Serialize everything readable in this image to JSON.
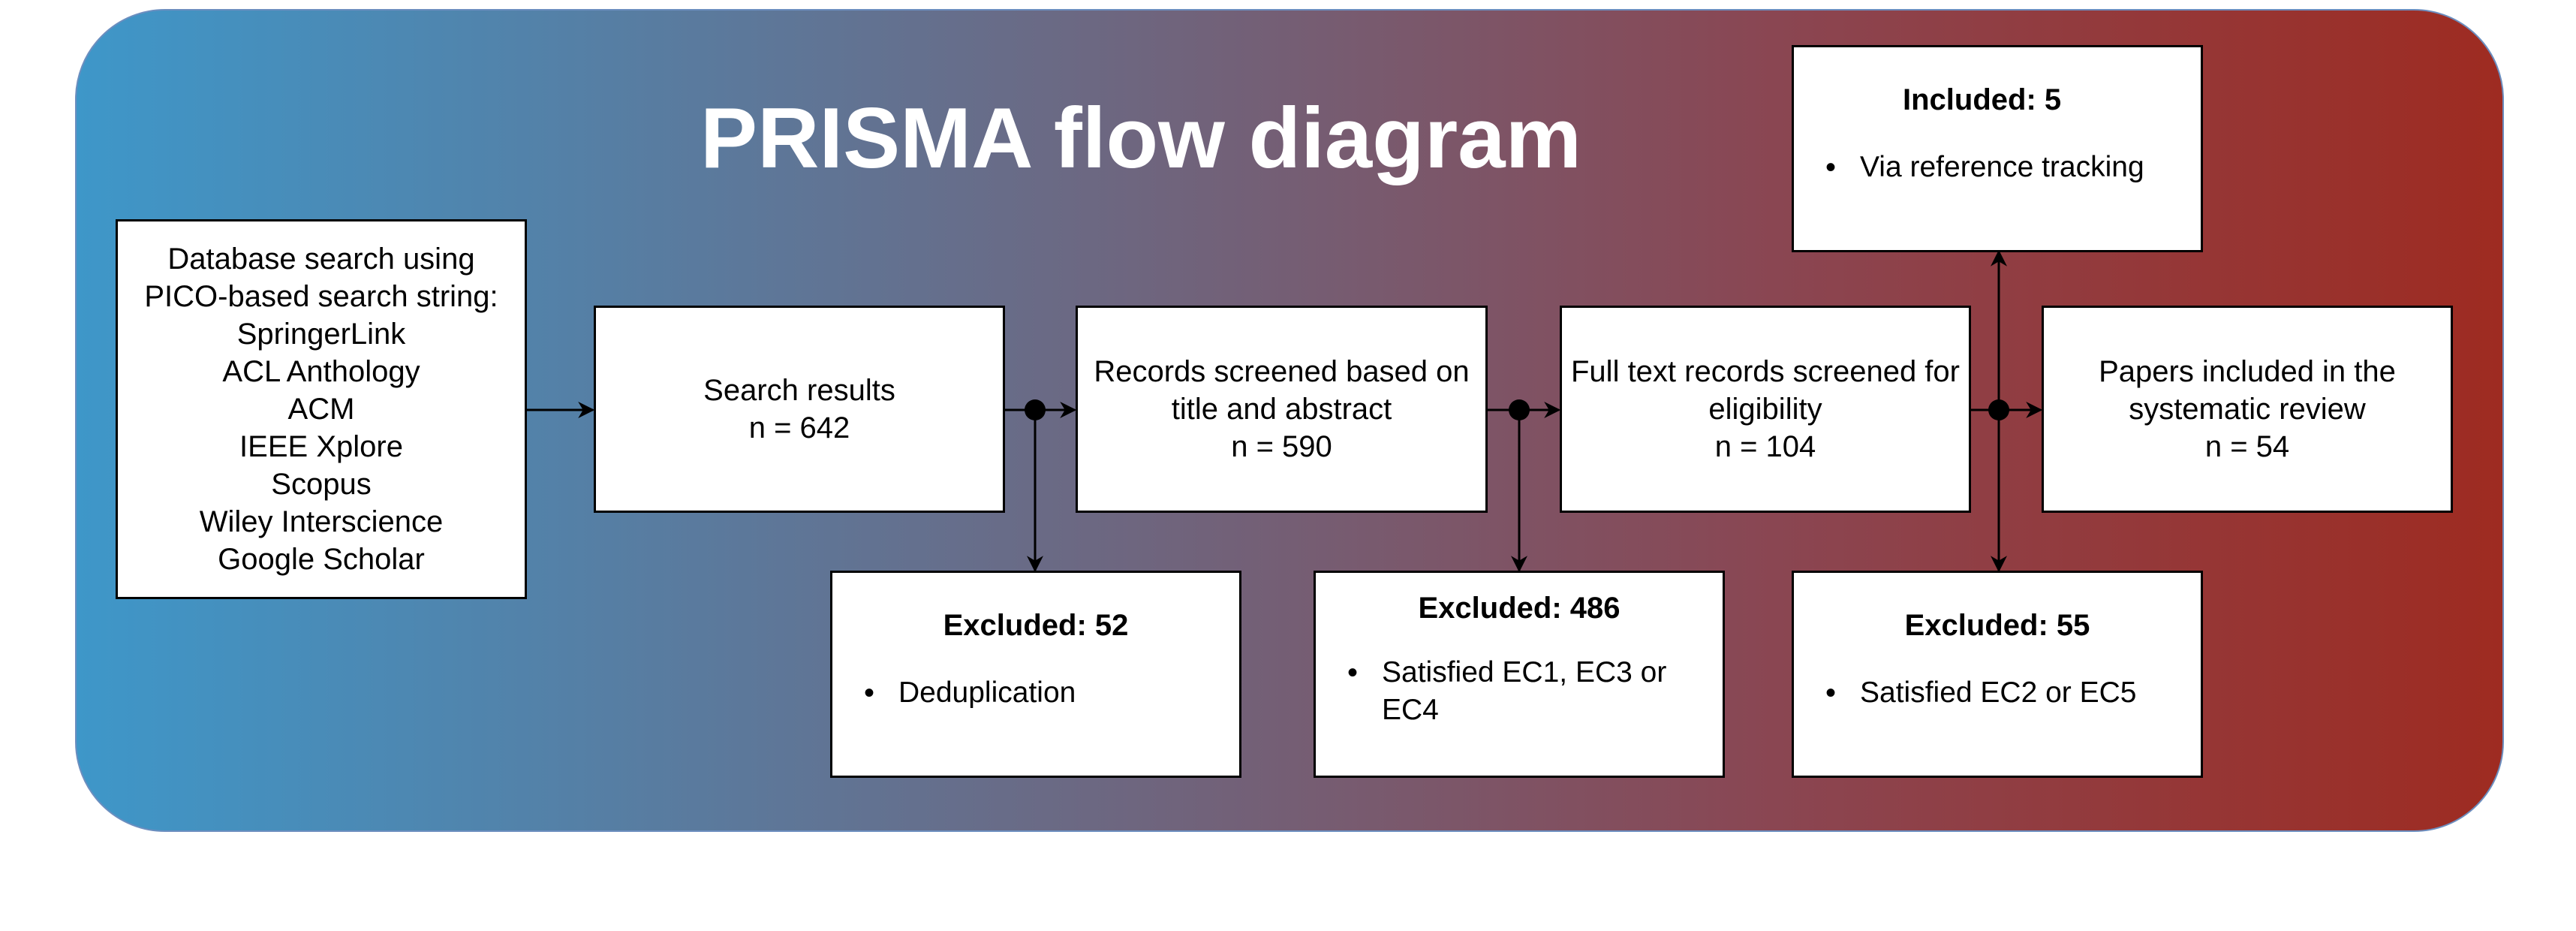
{
  "title": "PRISMA flow diagram",
  "source": {
    "lines": [
      "Database search using",
      "PICO-based search string:",
      "SpringerLink",
      "ACL Anthology",
      "ACM",
      "IEEE Xplore",
      "Scopus",
      "Wiley Interscience",
      "Google Scholar"
    ]
  },
  "search_results": {
    "label": "Search results",
    "count": "n = 642"
  },
  "screened": {
    "line1": "Records screened based on",
    "line2": "title and abstract",
    "count": "n = 590"
  },
  "fulltext": {
    "line1": "Full text records screened for",
    "line2": "eligibility",
    "count": "n = 104"
  },
  "included_papers": {
    "line1": "Papers included in the",
    "line2": "systematic review",
    "count": "n = 54"
  },
  "excluded_dedup": {
    "heading": "Excluded: 52",
    "bullet": "Deduplication"
  },
  "excluded_screen": {
    "heading": "Excluded: 486",
    "bullet": "Satisfied EC1, EC3 or EC4"
  },
  "excluded_fulltext": {
    "heading": "Excluded: 55",
    "bullet": "Satisfied EC2 or EC5"
  },
  "included_refs": {
    "heading": "Included: 5",
    "bullet": "Via reference tracking"
  },
  "colors": {
    "gradient_start": "#3e97c9",
    "gradient_end": "#9e2b21",
    "panel_border": "#6c8ebf",
    "box_fill": "#ffffff",
    "line": "#000000"
  }
}
